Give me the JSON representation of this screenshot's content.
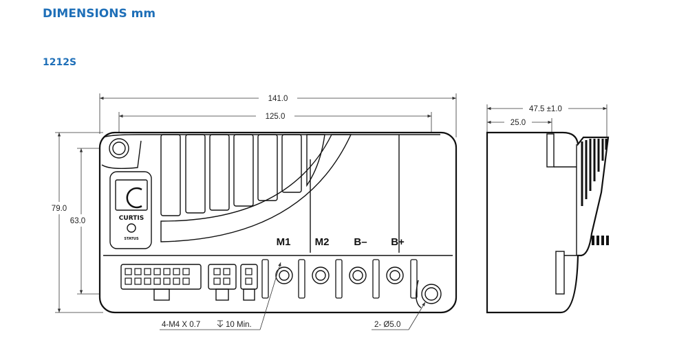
{
  "title": "DIMENSIONS mm",
  "model": "1212S",
  "dimensions": {
    "overall_length": "141.0",
    "mount_spacing_length": "125.0",
    "overall_height": "79.0",
    "mount_spacing_height": "63.0",
    "overall_depth": "47.5 ±1.0",
    "partial_depth": "25.0"
  },
  "callouts": {
    "thread": "4-M4 X 0.7",
    "thread_depth": "10 Min.",
    "holes": "2- Ø5.0"
  },
  "terminals": [
    "M1",
    "M2",
    "B–",
    "B+"
  ],
  "brand": {
    "name": "CURTIS",
    "status_label": "STATUS"
  }
}
